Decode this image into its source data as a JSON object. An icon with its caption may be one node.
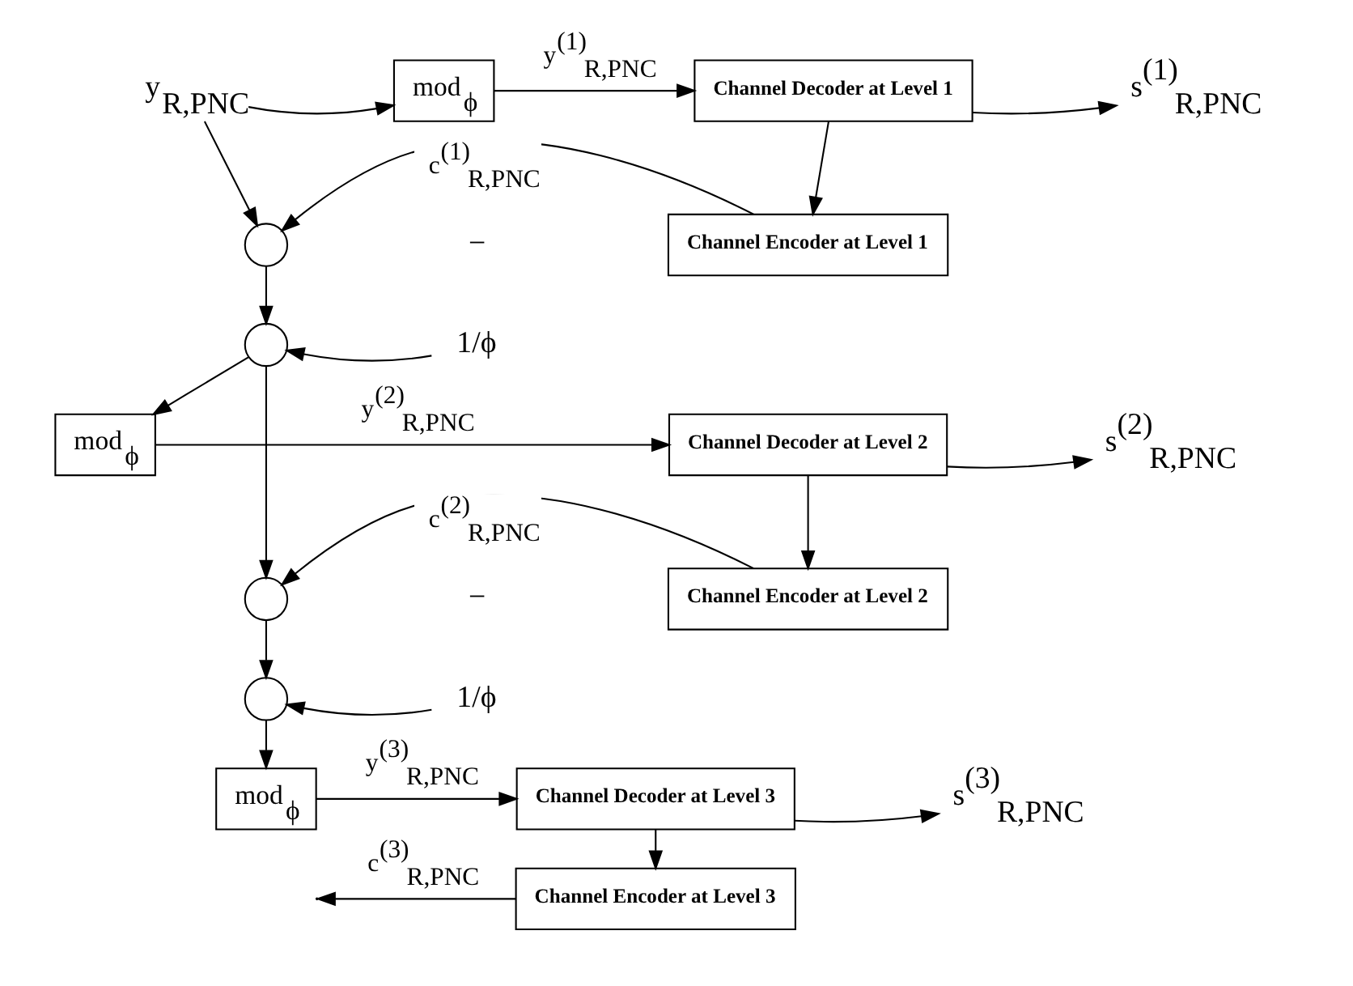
{
  "diagram": {
    "nodes": [
      {
        "text": [
          "y$_{R,PNC}$"
        ]
      },
      {
        "text": [
          "mod$_{ϕ}$"
        ]
      },
      {
        "text": [
          "Channel Decoder at Level 1"
        ]
      },
      {
        "text": [
          "s$^{(1)}$$_{R,PNC}$"
        ]
      },
      {
        "text": [
          "Channel Encoder at Level 1"
        ]
      },
      {
        "text": [],
        "shape": "circle"
      },
      {
        "text": [],
        "shape": "circle"
      },
      {
        "text": [
          "1/ϕ"
        ]
      },
      {
        "text": [
          "mod$_{ϕ}$"
        ]
      },
      {
        "text": [
          "Channel Decoder at Level 2"
        ]
      },
      {
        "text": [
          "s$^{(2)}$$_{R,PNC}$"
        ]
      },
      {
        "text": [
          "Channel Encoder at Level 2"
        ]
      },
      {
        "text": [],
        "shape": "circle"
      },
      {
        "text": [],
        "shape": "circle"
      },
      {
        "text": [
          "1/ϕ"
        ]
      },
      {
        "text": [
          "mod$_{ϕ}$"
        ]
      },
      {
        "text": [
          "Channel Decoder at Level 3"
        ]
      },
      {
        "text": [
          "s$^{(3)}$$_{R,PNC}$"
        ]
      },
      {
        "text": [
          "Channel Encoder at Level 3"
        ]
      }
    ],
    "edges": [
      {
        "from": 0,
        "to": 1,
        "arrow": "to"
      },
      {
        "from": 0,
        "to": 5,
        "arrow": "to"
      },
      {
        "from": 1,
        "to": 2,
        "arrow": "to",
        "label": "y$^{(1)}$$_{R,PNC}$"
      },
      {
        "from": 2,
        "to": 3,
        "arrow": "to"
      },
      {
        "from": 2,
        "to": 4,
        "arrow": "to"
      },
      {
        "from": 4,
        "to": 5,
        "arrow": "to",
        "label": "c$^{(1)}$$_{R,PNC}$"
      },
      {
        "from": 5,
        "to": 6,
        "arrow": "to"
      },
      {
        "from": 7,
        "to": 6,
        "arrow": "to"
      },
      {
        "from": 6,
        "to": 8,
        "arrow": "to"
      },
      {
        "from": 6,
        "to": 12,
        "arrow": "to"
      },
      {
        "from": 8,
        "to": 9,
        "arrow": "to",
        "label": "y$^{(2)}$$_{R,PNC}$"
      },
      {
        "from": 9,
        "to": 10,
        "arrow": "to"
      },
      {
        "from": 9,
        "to": 11,
        "arrow": "to"
      },
      {
        "from": 11,
        "to": 12,
        "arrow": "to",
        "label": "c$^{(2)}$$_{R,PNC}$"
      },
      {
        "from": 12,
        "to": 13,
        "arrow": "to"
      },
      {
        "from": 14,
        "to": 13,
        "arrow": "to"
      },
      {
        "from": 13,
        "to": 15,
        "arrow": "to"
      },
      {
        "from": 15,
        "to": 16,
        "arrow": "to",
        "label": "y$^{(3)}$$_{R,PNC}$"
      },
      {
        "from": 16,
        "to": 17,
        "arrow": "to"
      },
      {
        "from": 16,
        "to": 18,
        "arrow": "to"
      },
      {
        "from": 18,
        "to": null,
        "arrow": "to",
        "label": "c$^{(3)}$$_{R,PNC}$"
      }
    ],
    "labels": [
      "−",
      "−"
    ]
  }
}
